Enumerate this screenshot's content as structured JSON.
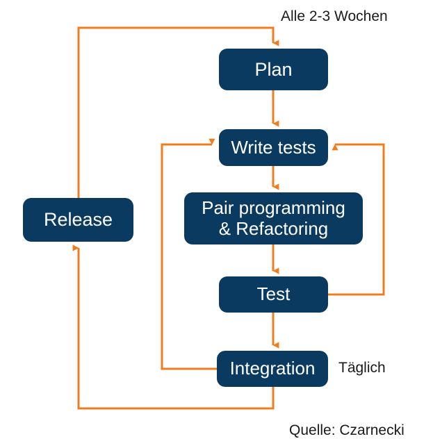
{
  "diagram": {
    "title": "Agile development cycle flow chart",
    "colors": {
      "box_fill": "#0a3a5f",
      "box_text": "#ffffff",
      "connector": "#f07c1e",
      "background": "#ffffff",
      "note_text": "#1a1a1a"
    },
    "nodes": [
      {
        "id": "plan",
        "label": "Plan"
      },
      {
        "id": "write-tests",
        "label": "Write tests"
      },
      {
        "id": "pair",
        "label": "Pair programming\n& Refactoring"
      },
      {
        "id": "test",
        "label": "Test"
      },
      {
        "id": "integration",
        "label": "Integration"
      },
      {
        "id": "release",
        "label": "Release"
      }
    ],
    "notes": {
      "cadence": "Alle 2-3 Wochen",
      "daily": "Täglich",
      "source": "Quelle: Czarnecki"
    },
    "edges": [
      {
        "from": "release",
        "to": "plan",
        "kind": "outer-loop-top"
      },
      {
        "from": "plan",
        "to": "write-tests",
        "kind": "straight-down"
      },
      {
        "from": "write-tests",
        "to": "pair",
        "kind": "straight-down"
      },
      {
        "from": "pair",
        "to": "test",
        "kind": "straight-down"
      },
      {
        "from": "test",
        "to": "integration",
        "kind": "straight-down"
      },
      {
        "from": "test",
        "to": "write-tests",
        "kind": "right-feedback-loop"
      },
      {
        "from": "integration",
        "to": "write-tests",
        "kind": "left-feedback-loop"
      },
      {
        "from": "integration",
        "to": "release",
        "kind": "outer-loop-bottom"
      }
    ]
  }
}
